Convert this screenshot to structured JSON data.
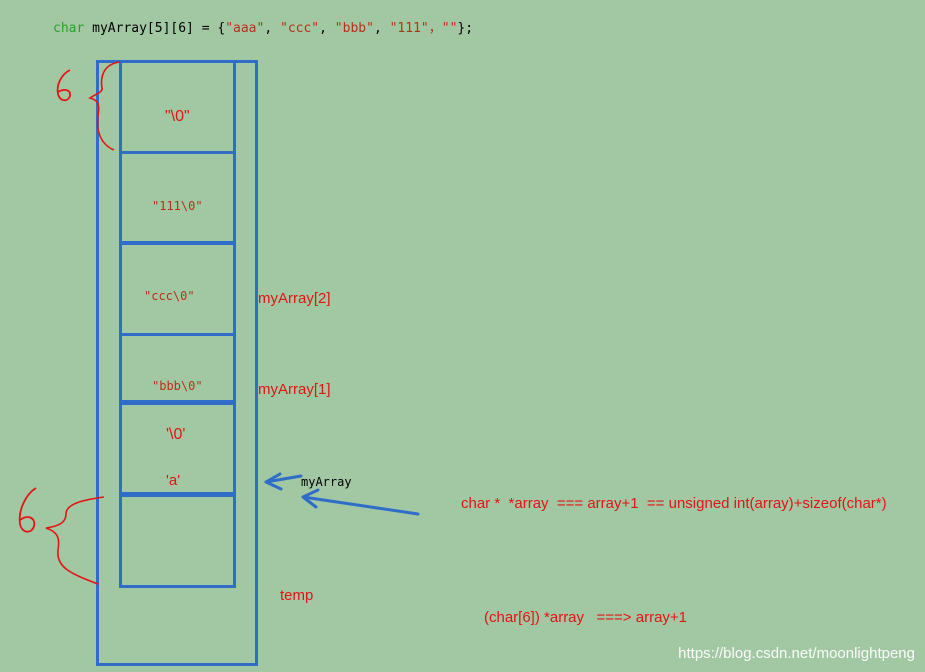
{
  "code": {
    "type_kw": "char",
    "decl": " myArray[5][6] = {",
    "s1": "\"aaa\"",
    "s2": "\"ccc\"",
    "s3": "\"bbb\"",
    "s4": "\"111\"",
    "s5": "\"\"",
    "sep": ", ",
    "sep_cn": "，",
    "end": "};"
  },
  "cells": {
    "c1": "\"\\0\"",
    "c2": "\"111\\0\"",
    "c3": "\"ccc\\0\"",
    "c4": "\"bbb\\0\"",
    "c5_null": "'\\0'",
    "c5_a": "'a'"
  },
  "labels": {
    "myarray2": "myArray[2]",
    "myarray1": "myArray[1]",
    "myarray": "myArray",
    "temp": "temp",
    "formula1": "char *  *array  === array+1  == unsigned int(array)+sizeof(char*)",
    "formula2": "(char[6]) *array   ===> array+1"
  },
  "watermark": "https://blog.csdn.net/moonlightpeng"
}
